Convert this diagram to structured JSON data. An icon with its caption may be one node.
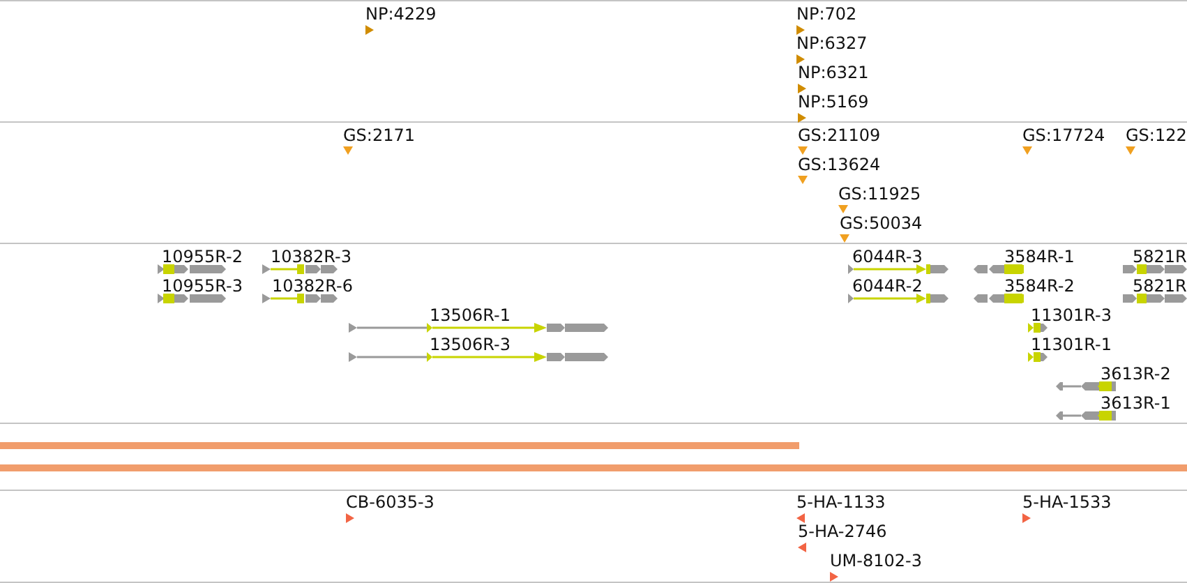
{
  "diagram": {
    "labels": [
      "NP:4229",
      "NP:702",
      "NP:6327",
      "NP:6321",
      "NP:5169",
      "GS:2171",
      "GS:21109",
      "GS:17724",
      "GS:122",
      "GS:13624",
      "GS:11925",
      "GS:50034",
      "10955R-2",
      "10382R-3",
      "6044R-3",
      "3584R-1",
      "5821R",
      "10955R-3",
      "10382R-6",
      "6044R-2",
      "3584R-2",
      "5821R",
      "13506R-1",
      "11301R-3",
      "13506R-3",
      "11301R-1",
      "3613R-2",
      "3613R-1",
      "CB-6035-3",
      "5-HA-1133",
      "5-HA-1533",
      "5-HA-2746",
      "UM-8102-3"
    ]
  }
}
